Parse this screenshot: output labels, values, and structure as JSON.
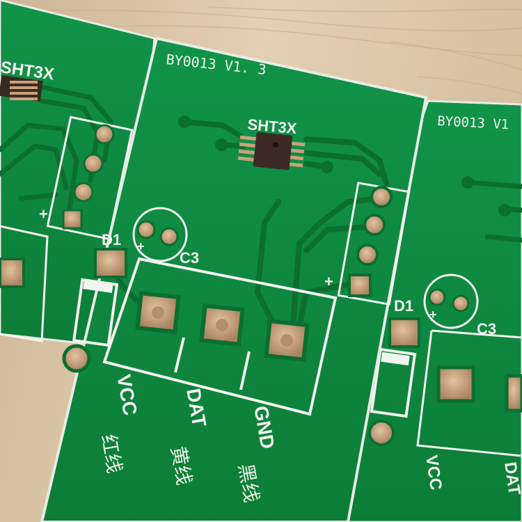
{
  "scene": {
    "left_board": {
      "chip_label": "SHT3X",
      "plus": "+"
    },
    "center_board": {
      "version": "BY0013  V1. 3",
      "chip_label": "SHT3X",
      "d1": "D1",
      "c3": "C3",
      "plus_cap": "+",
      "plus_header": "+",
      "pin_labels": [
        "VCC",
        "DAT",
        "GND"
      ],
      "wire_labels": [
        "红线",
        "黄线",
        "黑线"
      ]
    },
    "right_board": {
      "version": "BY0013  V1",
      "d1": "D1",
      "c3": "C3",
      "plus_cap": "+",
      "pin_labels": [
        "VCC",
        "DAT"
      ]
    },
    "colors": {
      "pcb_green": "#0f8a3c",
      "pcb_dark": "#0b6f30",
      "silkscreen": "#f2f4ef",
      "copper_pad": "#c9a27a",
      "wood": "#d9c3a6"
    }
  }
}
